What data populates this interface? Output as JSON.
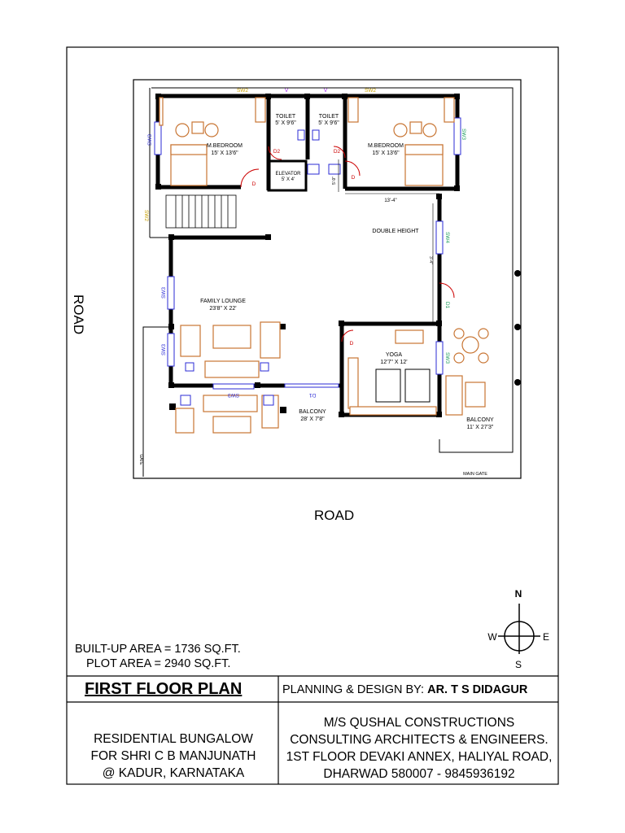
{
  "road_side_label": "ROAD",
  "road_bottom_label": "ROAD",
  "rooms": {
    "bed_left": {
      "name": "M.BEDROOM",
      "size": "15' X 13'6\""
    },
    "bed_right": {
      "name": "M.BEDROOM",
      "size": "15' X 13'6\""
    },
    "toilet_left": {
      "name": "TOILET",
      "size": "5' X 9'6\""
    },
    "toilet_right": {
      "name": "TOILET",
      "size": "5' X 9'6\""
    },
    "elevator": {
      "name": "ELEVATOR",
      "size": "5' X 4'"
    },
    "double_height": {
      "name": "DOUBLE HEIGHT"
    },
    "family_lounge": {
      "name": "FAMILY LOUNGE",
      "size": "23'8\" X 22'"
    },
    "yoga": {
      "name": "YOGA",
      "size": "12'7\" X 12'"
    },
    "balcony_front": {
      "name": "BALCONY",
      "size": "28' X 7'8\""
    },
    "balcony_side": {
      "name": "BALCONY",
      "size": "11' X 27'3\""
    }
  },
  "tags": {
    "sw2": "SW2",
    "sw3": "SW3",
    "sw4": "SW4",
    "v": "V",
    "d": "D",
    "d2": "D2",
    "d1": "D1",
    "dim_5_9": "5'-9\"",
    "dim_13_4": "13'-4\"",
    "dim_3_4": "3'-4\"",
    "gate": "GATE",
    "main_gate": "MAIN GATE"
  },
  "compass": {
    "n": "N",
    "s": "S",
    "e": "E",
    "w": "W"
  },
  "builtup_area": "BUILT-UP AREA = 1736 SQ.FT.",
  "plot_area": "PLOT AREA = 2940 SQ.FT.",
  "drawing_title": "FIRST FLOOR PLAN",
  "planning_label": "PLANNING & DESIGN BY:",
  "architect": "AR. T S DIDAGUR",
  "project": {
    "line1": "RESIDENTIAL BUNGALOW",
    "line2": "FOR SHRI C B MANJUNATH",
    "line3": "@ KADUR, KARNATAKA"
  },
  "firm": {
    "line1": "M/S QUSHAL CONSTRUCTIONS",
    "line2": "CONSULTING ARCHITECTS & ENGINEERS.",
    "line3": "1ST FLOOR DEVAKI ANNEX, HALIYAL ROAD,",
    "line4": "DHARWAD 580007 - 9845936192"
  },
  "colors": {
    "wall": "#000000",
    "furniture": "#c87533",
    "window": "#2b2bd6",
    "door": "#cc0000",
    "tag_yellow": "#c8a000",
    "tag_green": "#1a9a5a"
  }
}
